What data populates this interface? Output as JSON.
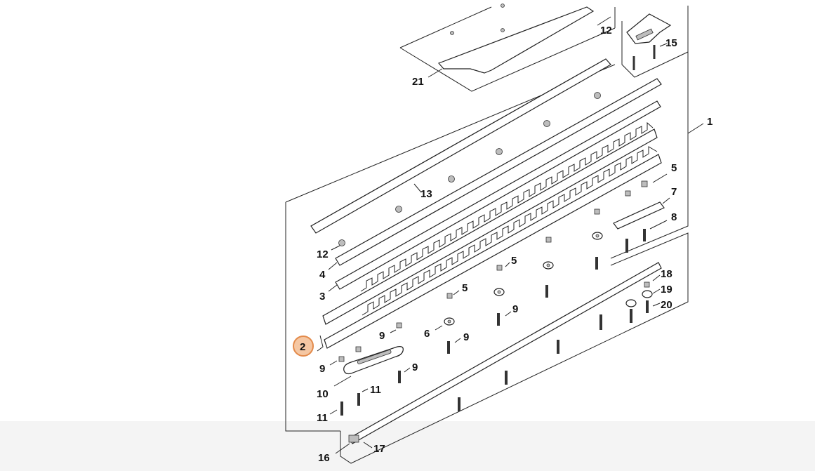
{
  "diagram": {
    "highlight_color": "#f5c7a3",
    "highlight_stroke": "#e38a4a",
    "labels": {
      "p1": "1",
      "p2": "2",
      "p3": "3",
      "p4": "4",
      "p5a": "5",
      "p5b": "5",
      "p5c": "5",
      "p6": "6",
      "p7": "7",
      "p8": "8",
      "p9a": "9",
      "p9b": "9",
      "p9c": "9",
      "p9d": "9",
      "p9e": "9",
      "p10": "10",
      "p11a": "11",
      "p11b": "11",
      "p12a": "12",
      "p12b": "12",
      "p13": "13",
      "p15": "15",
      "p16": "16",
      "p17": "17",
      "p18": "18",
      "p19": "19",
      "p20": "20",
      "p21": "21"
    }
  }
}
